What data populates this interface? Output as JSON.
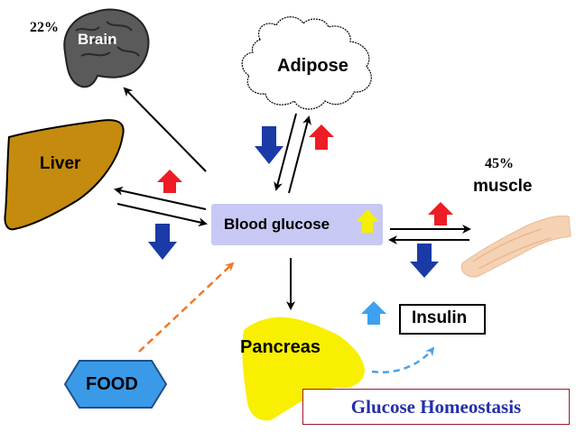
{
  "nodes": {
    "brain": "Brain",
    "liver": "Liver",
    "adipose": "Adipose",
    "muscle": "muscle",
    "blood_glucose": "Blood glucose",
    "pancreas": "Pancreas",
    "food": "FOOD",
    "insulin": "Insulin"
  },
  "percentages": {
    "brain": "22%",
    "muscle": "45%"
  },
  "title": "Glucose Homeostasis",
  "colors": {
    "up_arrow": "#ee1c24",
    "down_arrow": "#1a3aa6",
    "insulin_arrow": "#3ea0f0",
    "blood_box": "#c8c8f4",
    "blood_up_arrow": "#f4f000",
    "liver": "#c48b0e",
    "pancreas": "#f8f000",
    "food": "#3a9ae8",
    "muscle": "#f6d2b4",
    "brain": "#5a5a5a",
    "food_flow": "#f07828",
    "insulin_flow": "#4aa2e8",
    "title_text": "#2330a8",
    "title_border": "#9a1b2a"
  }
}
